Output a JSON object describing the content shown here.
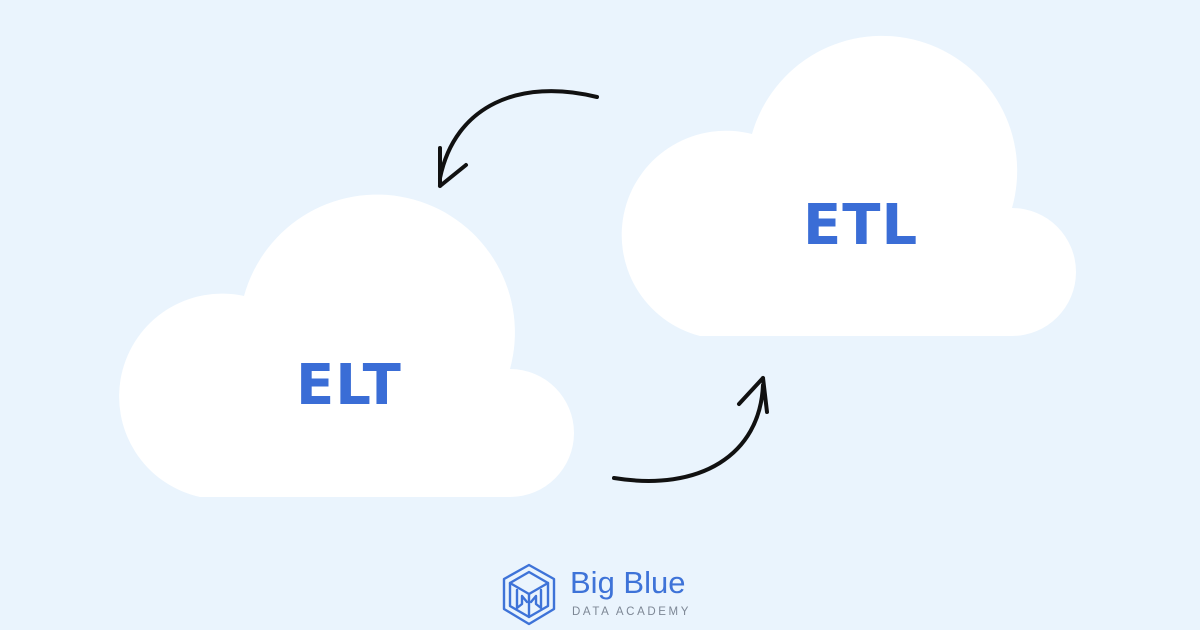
{
  "colors": {
    "background": "#eaf4fd",
    "cloud": "#ffffff",
    "label": "#3a6dd6",
    "arrow": "#111111",
    "logo_blue": "#3e73d8",
    "logo_gray": "#7d8795"
  },
  "diagram": {
    "nodes": [
      {
        "id": "etl",
        "label": "ETL"
      },
      {
        "id": "elt",
        "label": "ELT"
      }
    ],
    "arrows": [
      {
        "from": "etl",
        "to": "elt",
        "direction": "curved-counterclockwise"
      },
      {
        "from": "elt",
        "to": "etl",
        "direction": "curved-counterclockwise"
      }
    ]
  },
  "logo": {
    "name": "Big Blue",
    "tagline": "DATA ACADEMY",
    "icon": "cube-logo-icon"
  }
}
